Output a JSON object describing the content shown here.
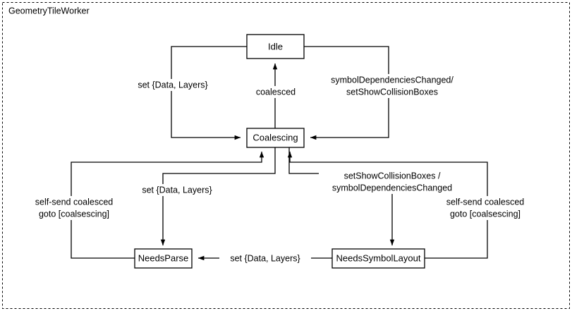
{
  "frame": {
    "title": "GeometryTileWorker",
    "border_style": "dashed",
    "stroke_color": "#000000",
    "background": "#ffffff"
  },
  "diagram": {
    "type": "state-machine",
    "nodes": [
      {
        "id": "idle",
        "label": "Idle"
      },
      {
        "id": "coalescing",
        "label": "Coalescing"
      },
      {
        "id": "needsparse",
        "label": "NeedsParse"
      },
      {
        "id": "needssymbollayout",
        "label": "NeedsSymbolLayout"
      }
    ],
    "edges": [
      {
        "id": "idle-to-coalescing-left",
        "from": "idle",
        "to": "coalescing",
        "label": "set {Data, Layers}"
      },
      {
        "id": "coalescing-to-idle",
        "from": "coalescing",
        "to": "idle",
        "label": "coalesced"
      },
      {
        "id": "idle-to-coalescing-right",
        "from": "idle",
        "to": "coalescing",
        "label_line1": "symbolDependenciesChanged/",
        "label_line2": "setShowCollisionBoxes"
      },
      {
        "id": "coalescing-to-needsparse",
        "from": "coalescing",
        "to": "needsparse",
        "label": "set {Data, Layers}"
      },
      {
        "id": "coalescing-to-needssymbollayout",
        "from": "coalescing",
        "to": "needssymbollayout",
        "label_line1": "setShowCollisionBoxes /",
        "label_line2": "symbolDependenciesChanged"
      },
      {
        "id": "needsparse-to-coalescing",
        "from": "needsparse",
        "to": "coalescing",
        "label_line1": "self-send coalesced",
        "label_line2": "goto [coalsescing]"
      },
      {
        "id": "needssymbollayout-to-coalescing",
        "from": "needssymbollayout",
        "to": "coalescing",
        "label_line1": "self-send coalesced",
        "label_line2": "goto [coalsescing]"
      },
      {
        "id": "needssymbollayout-to-needsparse",
        "from": "needssymbollayout",
        "to": "needsparse",
        "label": "set {Data, Layers}"
      }
    ]
  }
}
